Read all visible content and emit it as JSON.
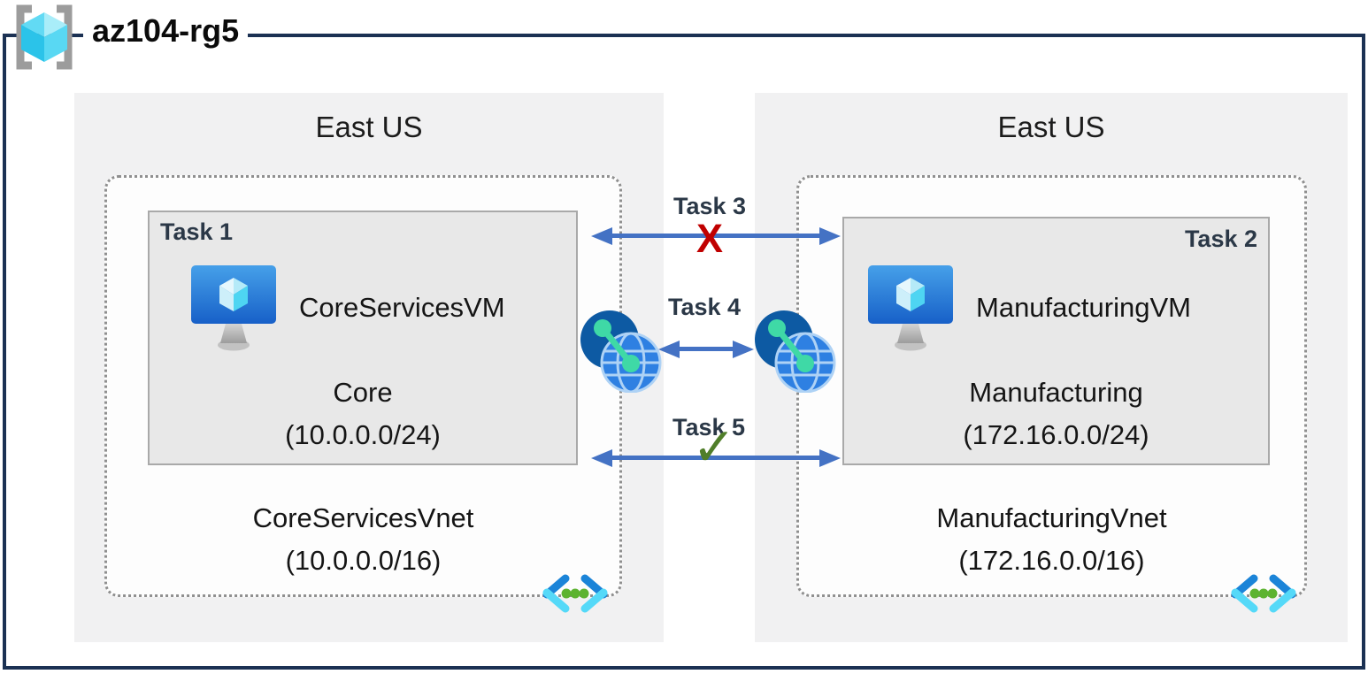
{
  "resource_group": {
    "name": "az104-rg5"
  },
  "regions": [
    {
      "name": "East US",
      "vnet": {
        "name": "CoreServicesVnet",
        "cidr": "(10.0.0.0/16)"
      },
      "subnet": {
        "task": "Task 1",
        "vm": "CoreServicesVM",
        "name": "Core",
        "cidr": "(10.0.0.0/24)"
      }
    },
    {
      "name": "East US",
      "vnet": {
        "name": "ManufacturingVnet",
        "cidr": "(172.16.0.0/16)"
      },
      "subnet": {
        "task": "Task 2",
        "vm": "ManufacturingVM",
        "name": "Manufacturing",
        "cidr": "(172.16.0.0/24)"
      }
    }
  ],
  "connections": {
    "task3": {
      "label": "Task 3",
      "symbol": "X"
    },
    "task4": {
      "label": "Task 4"
    },
    "task5": {
      "label": "Task 5",
      "symbol": "✓"
    }
  },
  "icons": {
    "resource_group": "azure-resource-group-brackets-cube",
    "virtual_machine": "monitor-with-cube",
    "vnet_peering": "globe-link",
    "virtual_network": "chevrons-with-dots",
    "blocked": "red-x",
    "allowed": "green-check"
  },
  "colors": {
    "rg_border": "#1b3153",
    "region_bg": "#f1f1f2",
    "subnet_bg": "#e8e8e8",
    "subnet_border": "#a9a9a9",
    "vnet_dotted_border": "#8f8f8f",
    "arrow": "#4472c4",
    "task_label": "#2b3847",
    "blocked_x": "#c00000",
    "allowed_check": "#507e2a"
  }
}
